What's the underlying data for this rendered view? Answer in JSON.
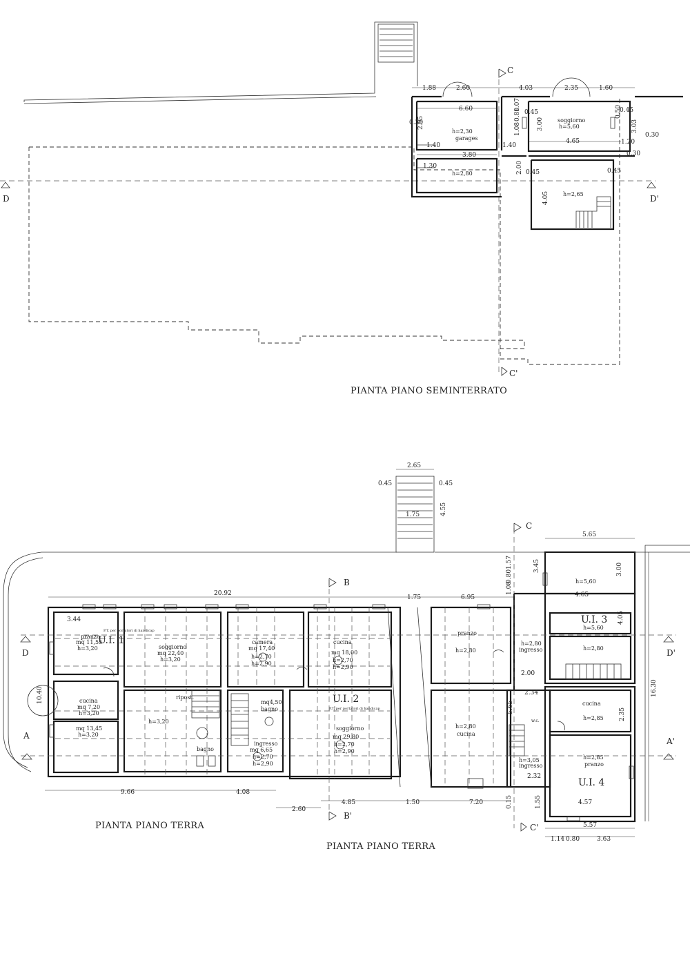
{
  "titles": {
    "basement": "PIANTA PIANO SEMINTERRATO",
    "ground_left": "PIANTA PIANO TERRA",
    "ground_right": "PIANTA PIANO TERRA"
  },
  "section_marks": {
    "C": "C",
    "C_prime": "C'",
    "D": "D",
    "D_prime": "D'",
    "A": "A",
    "A_prime": "A'",
    "B": "B",
    "B_prime": "B'"
  },
  "units": {
    "ui1": "U.I. 1",
    "ui2": "U.I. 2",
    "ui3": "U.I. 3",
    "ui4": "U.I. 4"
  },
  "basement": {
    "dims": {
      "d188": "1.88",
      "d260": "2.60",
      "d403": "4.03",
      "d235": "2.35",
      "d160": "1.60",
      "d660": "6.60",
      "d295": "2.95",
      "d140a": "1.40",
      "d380": "3.80",
      "d130": "1.30",
      "d140b": "1.40",
      "d108": "1.08",
      "d080": "0.80",
      "d107": "1.07",
      "d045a": "0.45",
      "d300": "3.00",
      "d465": "4.65",
      "d120": "1.20",
      "d303": "3.03",
      "d030a": "0.30",
      "d030b": "0.30",
      "d045b": "0.45",
      "d200": "2.00",
      "d045c": "0.45",
      "d405": "4.05",
      "d045d": "0.45",
      "d050": "0.50",
      "d030c": "0.30"
    },
    "rooms": {
      "garage_h": "h=2,30",
      "garage": "garages",
      "low_h": "h=2,80",
      "soggiorno": "soggiorno",
      "soggiorno_h": "h=5,60",
      "cellar_h": "h=2,65"
    }
  },
  "ground": {
    "dims": {
      "d265": "2.65",
      "d045a": "0.45",
      "d045b": "0.45",
      "d175a": "1.75",
      "d455": "4.55",
      "d565": "5.65",
      "d345": "3.45",
      "d157": "1.57",
      "d080": "0.80",
      "d108": "1.08",
      "d300": "3.00",
      "d465": "4.65",
      "d2092": "20.92",
      "d175b": "1.75",
      "d695": "6.95",
      "d344": "3.44",
      "d1040": "10.40",
      "d1630": "16.30",
      "d405": "4.05",
      "d200": "2.00",
      "d234": "2.34",
      "d565b": "5.65",
      "d235": "2.35",
      "d966": "9.66",
      "d408": "4.08",
      "d260": "2.60",
      "d485": "4.85",
      "d150": "1.50",
      "d720": "7.20",
      "d232": "2.32",
      "d155": "1.55",
      "d457": "4.57",
      "d557": "5.57",
      "d114": "1.14",
      "d080b": "0.80",
      "d363": "3.63",
      "d015": "0.15"
    },
    "rooms": {
      "pranzo1": "pranzo",
      "pranzo1_mq": "mq 11,55",
      "pranzo1_h": "h=3,20",
      "cucina1": "cucina",
      "cucina1_mq": "mq 7,20",
      "cucina1_h": "h=3,20",
      "room1_mq": "mq 13,45",
      "room1_h": "h=3,20",
      "soggiorno1": "soggiorno",
      "soggiorno1_mq": "mq 22,40",
      "soggiorno1_h": "h=3,20",
      "ripost": "ripost.",
      "hall1_h": "h=3,20",
      "bagno1": "bagno",
      "camera": "camera",
      "camera_mq": "mq 17,40",
      "camera_h1": "h=2,70",
      "camera_h2": "h=2,90",
      "bagno2": "bagno",
      "bagno2_mq": "mq4,50",
      "ingresso2": "ingresso",
      "ingresso2_mq": "mq 6,65",
      "ingresso2_h1": "h=2,70",
      "ingresso2_h2": "h=2,90",
      "cucina2": "cucina",
      "cucina2_mq": "mq 18,00",
      "cucina2_h1": "h=2,70",
      "cucina2_h2": "h=2,90",
      "soggiorno2": "soggiorno",
      "soggiorno2_mq": "mq 29,80",
      "soggiorno2_h1": "h=2,70",
      "soggiorno2_h2": "h=2,90",
      "pt_note1": "P.T. per portatori di handicap",
      "pt_note2": "P.T. per portatori di handicap",
      "pranzo3": "pranzo",
      "pranzo3_h": "h=2,80",
      "cucina3": "cucina",
      "cucina3_h": "h=2,80",
      "ui3_top_h": "h=5,60",
      "ui3_h": "h=5,60",
      "ui3_ingresso": "ingresso",
      "ui3_ingresso_h": "h=2,80",
      "ui3_room_h": "h=2,80",
      "cucina4": "cucina",
      "cucina4_h": "h=2,85",
      "pranzo4": "pranzo",
      "pranzo4_h": "h=2,85",
      "ingresso4": "ingresso",
      "ingresso4_h": "h=3,05",
      "wc": "w.c."
    }
  }
}
